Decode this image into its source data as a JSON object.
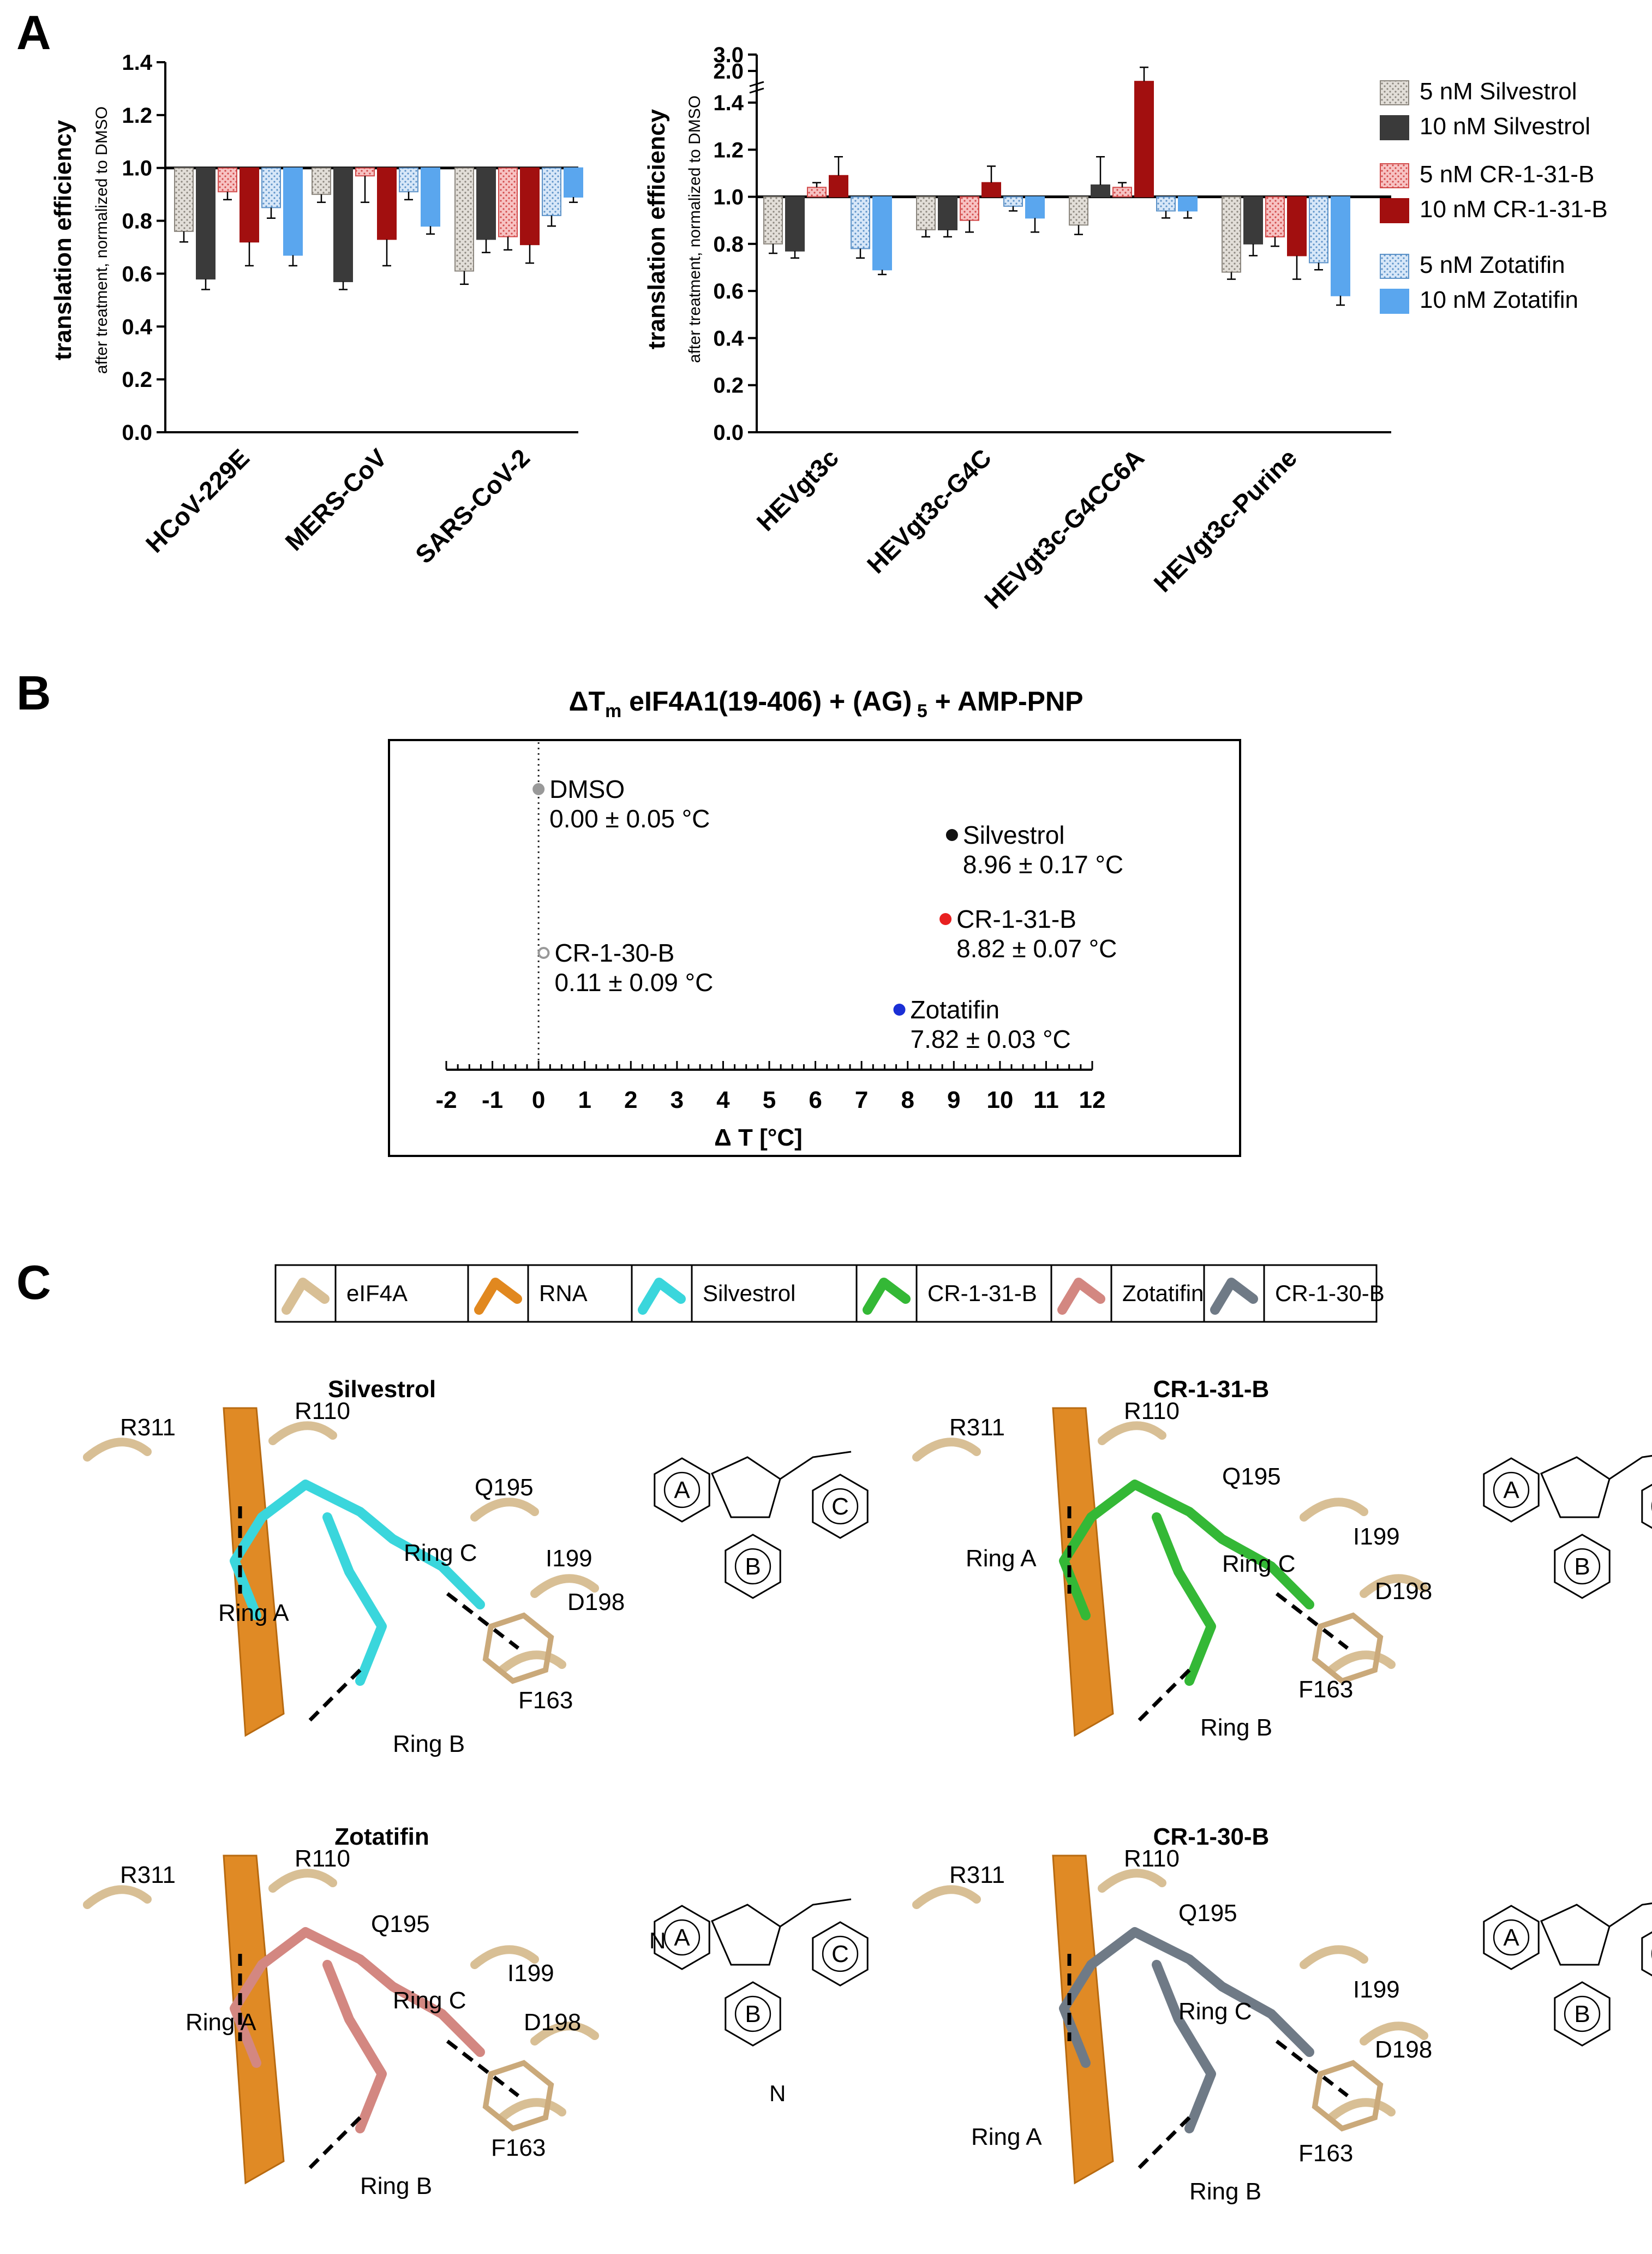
{
  "panels": {
    "a": "A",
    "b": "B",
    "c": "C"
  },
  "series_colors": {
    "silvestrol_5": "#d9d5cf",
    "silvestrol_10": "#3a3a3a",
    "cr131b_5": "#f2a6a6",
    "cr131b_10": "#a20f0f",
    "zotatifin_5": "#c5dcf4",
    "zotatifin_10": "#5aa6ee"
  },
  "chart_data": [
    {
      "type": "bar",
      "ylabel": "translation efficiency",
      "ylabel_sub": "after treatment, normalized to DMSO",
      "ylim": [
        0,
        1.4
      ],
      "yticks": [
        "0.0",
        "0.2",
        "0.4",
        "0.6",
        "0.8",
        "1.0",
        "1.2",
        "1.4"
      ],
      "categories": [
        "HCoV-229E",
        "MERS-CoV",
        "SARS-CoV-2"
      ],
      "series": [
        {
          "name": "5 nM Silvestrol",
          "values": [
            0.76,
            0.9,
            0.61
          ],
          "errors": [
            0.04,
            0.03,
            0.05
          ]
        },
        {
          "name": "10 nM Silvestrol",
          "values": [
            0.58,
            0.57,
            0.73
          ],
          "errors": [
            0.04,
            0.03,
            0.05
          ]
        },
        {
          "name": "5 nM CR-1-31-B",
          "values": [
            0.91,
            0.97,
            0.74
          ],
          "errors": [
            0.03,
            0.1,
            0.05
          ]
        },
        {
          "name": "10 nM CR-1-31-B",
          "values": [
            0.72,
            0.73,
            0.71
          ],
          "errors": [
            0.09,
            0.1,
            0.07
          ]
        },
        {
          "name": "5 nM Zotatifin",
          "values": [
            0.85,
            0.91,
            0.82
          ],
          "errors": [
            0.04,
            0.03,
            0.04
          ]
        },
        {
          "name": "10 nM Zotatifin",
          "values": [
            0.67,
            0.78,
            0.89
          ],
          "errors": [
            0.04,
            0.03,
            0.02
          ]
        }
      ]
    },
    {
      "type": "bar",
      "ylabel": "translation efficiency",
      "ylabel_sub": "after treatment, normalized to DMSO",
      "ylim": [
        0,
        1.4
      ],
      "broken_axis_upper_ticks": [
        "2.0",
        "3.0"
      ],
      "yticks": [
        "0.0",
        "0.2",
        "0.4",
        "0.6",
        "0.8",
        "1.0",
        "1.2",
        "1.4"
      ],
      "categories": [
        "HEVgt3c",
        "HEVgt3c-G4C",
        "HEVgt3c-G4CC6A",
        "HEVgt3c-Purine"
      ],
      "series": [
        {
          "name": "5 nM Silvestrol",
          "values": [
            0.8,
            0.86,
            0.88,
            0.68
          ],
          "errors": [
            0.04,
            0.03,
            0.04,
            0.03
          ]
        },
        {
          "name": "10 nM Silvestrol",
          "values": [
            0.77,
            0.86,
            1.05,
            0.8
          ],
          "errors": [
            0.03,
            0.03,
            0.12,
            0.05
          ]
        },
        {
          "name": "5 nM CR-1-31-B",
          "values": [
            1.04,
            0.9,
            1.04,
            0.83
          ],
          "errors": [
            0.02,
            0.05,
            0.02,
            0.04
          ]
        },
        {
          "name": "10 nM CR-1-31-B",
          "values": [
            1.09,
            1.06,
            1.49,
            0.75
          ],
          "errors": [
            0.08,
            0.07,
            0.06,
            0.1
          ]
        },
        {
          "name": "5 nM Zotatifin",
          "values": [
            0.78,
            0.96,
            0.94,
            0.72
          ],
          "errors": [
            0.04,
            0.02,
            0.03,
            0.03
          ]
        },
        {
          "name": "10 nM Zotatifin",
          "values": [
            0.69,
            0.91,
            0.94,
            0.58
          ],
          "errors": [
            0.02,
            0.06,
            0.03,
            0.04
          ]
        }
      ]
    },
    {
      "type": "scatter",
      "title": "ΔTm eIF4A1(19-406) + (AG) 5 + AMP-PNP",
      "title_main": "ΔT",
      "title_sub": "m",
      "title_rest": " eIF4A1(19-406) + (AG)",
      "title_sub2": " 5",
      "title_end": " + AMP-PNP",
      "xlabel": "Δ T [°C]",
      "xlim": [
        -2,
        12
      ],
      "xticks": [
        "-2",
        "-1",
        "0",
        "1",
        "2",
        "3",
        "4",
        "5",
        "6",
        "7",
        "8",
        "9",
        "10",
        "11",
        "12"
      ],
      "points": [
        {
          "name": "DMSO",
          "x": 0.0,
          "value": "0.00 ± 0.05 °C",
          "color": "#999999",
          "hollow": false
        },
        {
          "name": "Silvestrol",
          "x": 8.96,
          "value": "8.96 ± 0.17 °C",
          "color": "#111111",
          "hollow": false
        },
        {
          "name": "CR-1-31-B",
          "x": 8.82,
          "value": "8.82 ± 0.07 °C",
          "color": "#e82020",
          "hollow": false
        },
        {
          "name": "CR-1-30-B",
          "x": 0.11,
          "value": "0.11 ± 0.09 °C",
          "color": "#999999",
          "hollow": true
        },
        {
          "name": "Zotatifin",
          "x": 7.82,
          "value": "7.82 ± 0.03 °C",
          "color": "#1a2fd6",
          "hollow": false
        }
      ]
    }
  ],
  "panel_c": {
    "key": [
      "eIF4A",
      "RNA",
      "Silvestrol",
      "CR-1-31-B",
      "Zotatifin",
      "CR-1-30-B"
    ],
    "key_colors": [
      "#d8bf95",
      "#e1881f",
      "#3ad6dc",
      "#34b836",
      "#d38781",
      "#6f7a86"
    ],
    "structures": [
      {
        "title": "Silvestrol",
        "labels": [
          "R311",
          "R110",
          "Q195",
          "I199",
          "D198",
          "Ring C",
          "Ring A",
          "F163",
          "Ring B"
        ],
        "rings": [
          "A",
          "B",
          "C"
        ]
      },
      {
        "title": "CR-1-31-B",
        "labels": [
          "R311",
          "R110",
          "Q195",
          "I199",
          "D198",
          "Ring A",
          "Ring C",
          "F163",
          "Ring B"
        ],
        "rings": [
          "A",
          "B",
          "C"
        ]
      },
      {
        "title": "Zotatifin",
        "labels": [
          "R311",
          "R110",
          "Q195",
          "I199",
          "D198",
          "Ring A",
          "Ring C",
          "F163",
          "Ring B"
        ],
        "rings": [
          "A",
          "B",
          "C"
        ],
        "atoms": [
          "N",
          "N"
        ]
      },
      {
        "title": "CR-1-30-B",
        "labels": [
          "R311",
          "R110",
          "Q195",
          "I199",
          "D198",
          "Ring C",
          "F163",
          "Ring A",
          "Ring B"
        ],
        "rings": [
          "A",
          "B",
          "C"
        ]
      }
    ]
  }
}
